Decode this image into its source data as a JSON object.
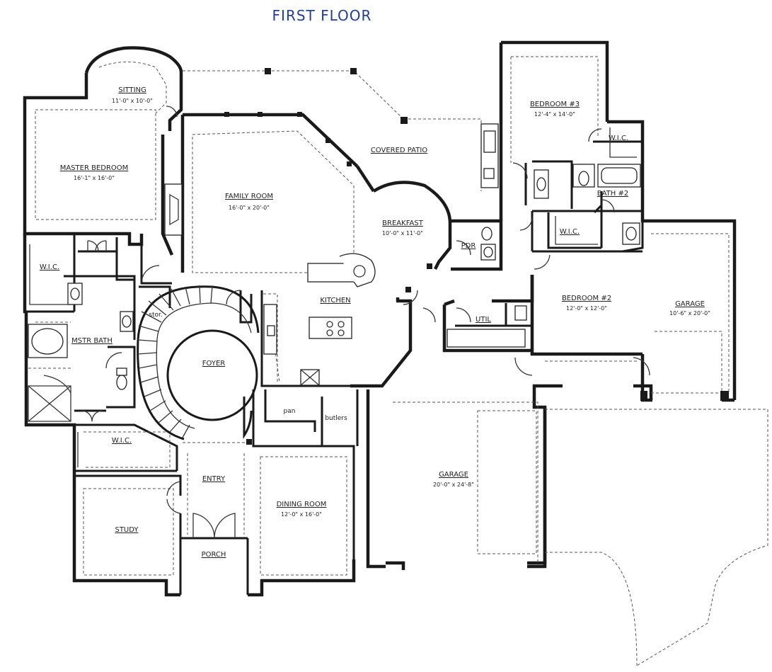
{
  "title": "FIRST FLOOR",
  "rooms": [
    {
      "name": "SITTING",
      "dims": "11'-0\" x 10'-0\""
    },
    {
      "name": "MASTER BEDROOM",
      "dims": "16'-1\" x 16'-0\""
    },
    {
      "name": "FAMILY ROOM",
      "dims": "16'-0\" x 20'-0\""
    },
    {
      "name": "COVERED PATIO",
      "dims": ""
    },
    {
      "name": "BREAKFAST",
      "dims": "10'-0\" x 11'-0\""
    },
    {
      "name": "BEDROOM #3",
      "dims": "12'-4\" x 14'-0\""
    },
    {
      "name": "BATH #2",
      "dims": ""
    },
    {
      "name": "W.I.C.",
      "dims": ""
    },
    {
      "name": "MSTR BATH",
      "dims": ""
    },
    {
      "name": "KITCHEN",
      "dims": ""
    },
    {
      "name": "PDR",
      "dims": ""
    },
    {
      "name": "BEDROOM #2",
      "dims": "12'-0\" x 12'-0\""
    },
    {
      "name": "GARAGE",
      "dims": "10'-6\" x 20'-0\""
    },
    {
      "name": "UTIL",
      "dims": ""
    },
    {
      "name": "FOYER",
      "dims": ""
    },
    {
      "name": "stor.",
      "dims": ""
    },
    {
      "name": "pan",
      "dims": ""
    },
    {
      "name": "butlers",
      "dims": ""
    },
    {
      "name": "ENTRY",
      "dims": ""
    },
    {
      "name": "DINING ROOM",
      "dims": "12'-0\" x 16'-0\""
    },
    {
      "name": "GARAGE",
      "dims": "20'-0\" x 24'-8\""
    },
    {
      "name": "STUDY",
      "dims": ""
    },
    {
      "name": "PORCH",
      "dims": ""
    }
  ]
}
